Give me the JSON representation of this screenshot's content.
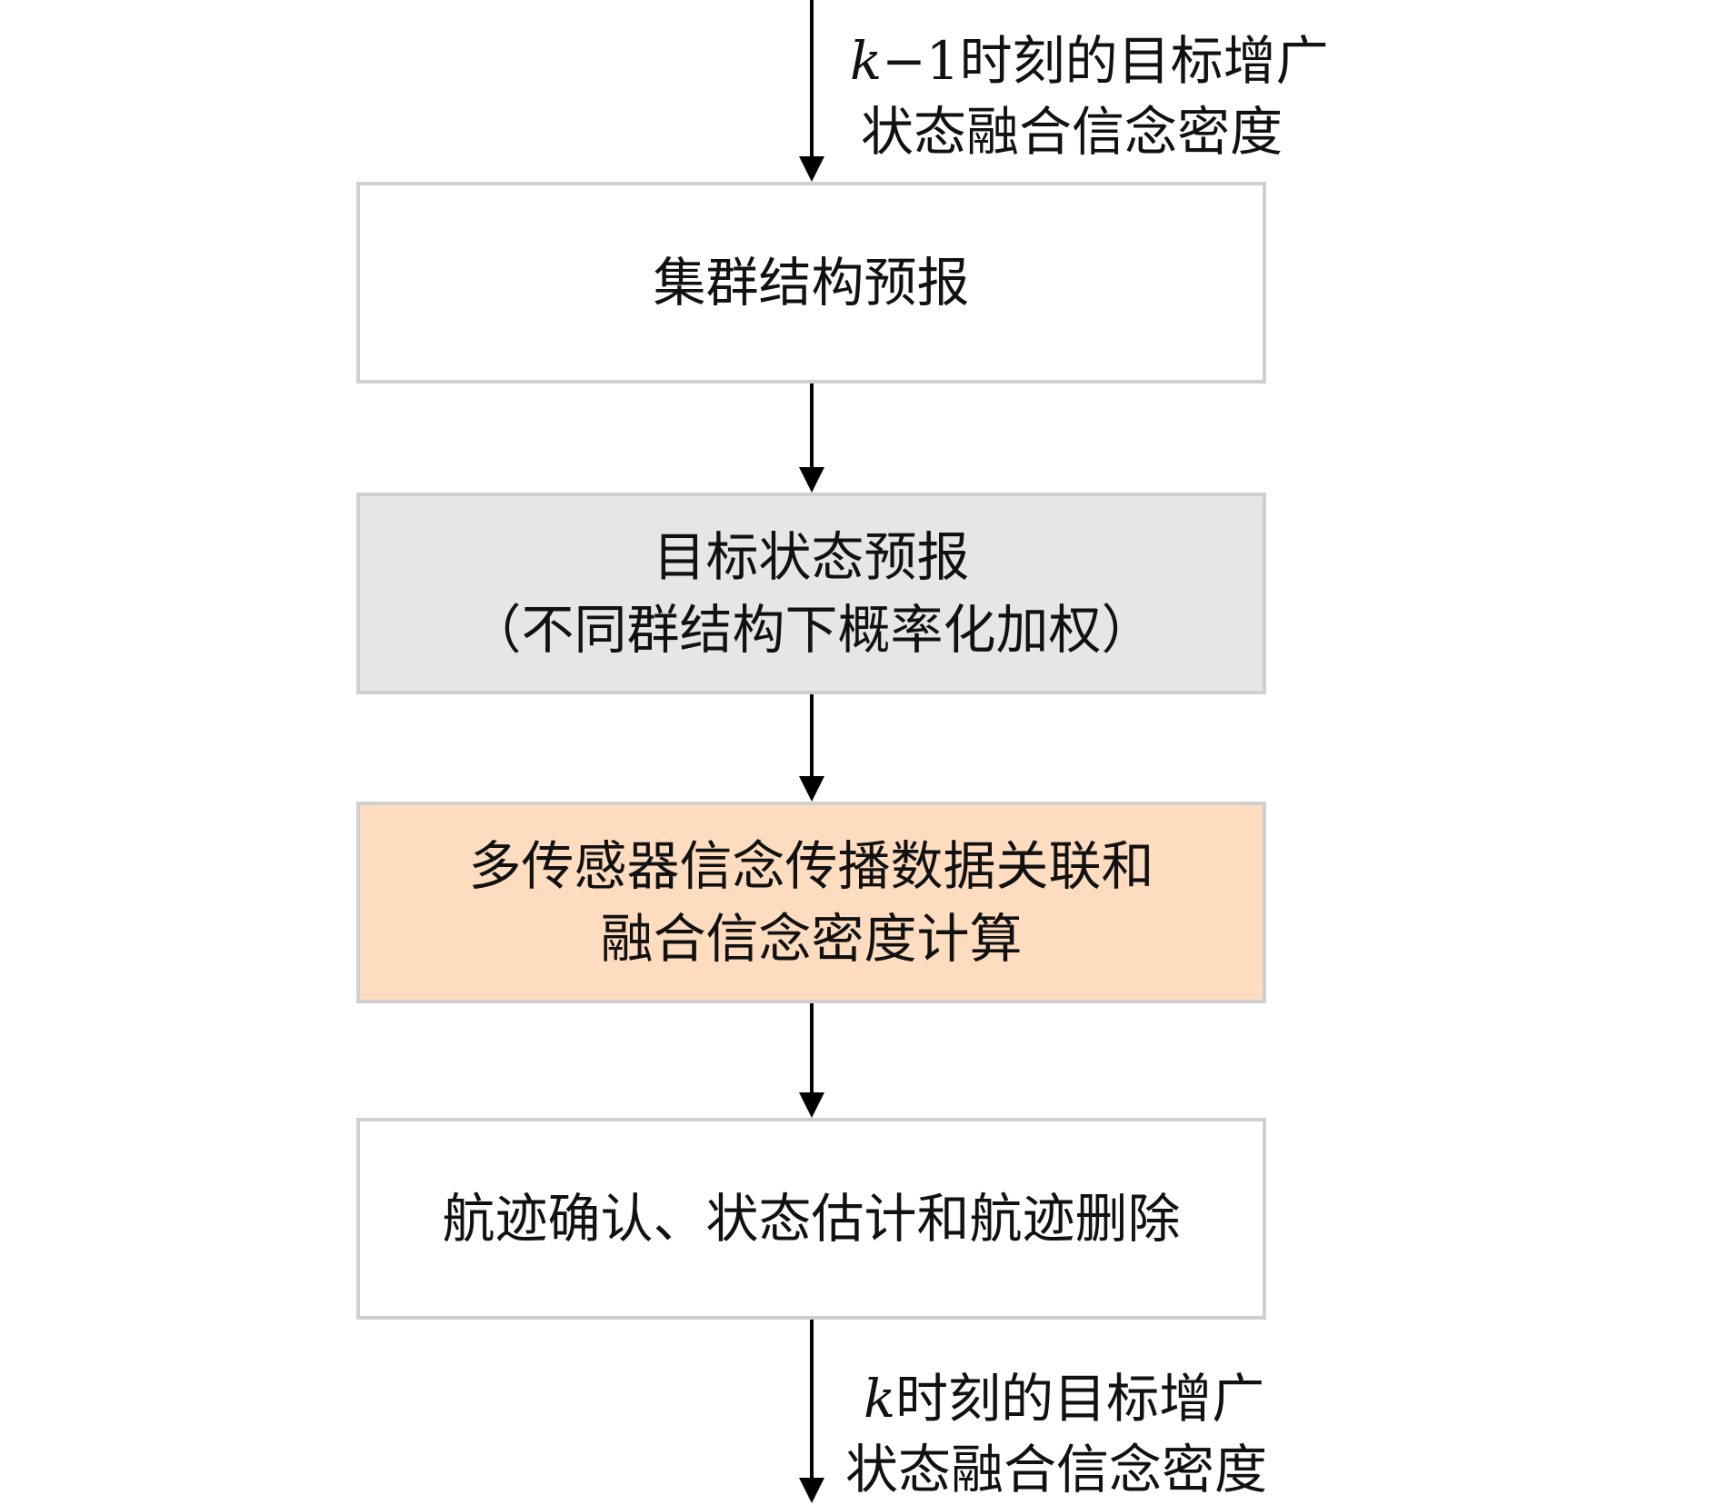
{
  "input_label": {
    "var": "k",
    "line1": "−1时刻的目标增广",
    "line2": "状态融合信念密度"
  },
  "steps": [
    {
      "lines": [
        "集群结构预报"
      ],
      "fill": "#ffffff"
    },
    {
      "lines": [
        "目标状态预报",
        "（不同群结构下概率化加权）"
      ],
      "fill": "#e6e6e6"
    },
    {
      "lines": [
        "多传感器信念传播数据关联和",
        "融合信念密度计算"
      ],
      "fill": "#fddcbf"
    },
    {
      "lines": [
        "航迹确认、状态估计和航迹删除"
      ],
      "fill": "#ffffff"
    }
  ],
  "output_label": {
    "var": "k",
    "line1": "时刻的目标增广",
    "line2": "状态融合信念密度"
  }
}
